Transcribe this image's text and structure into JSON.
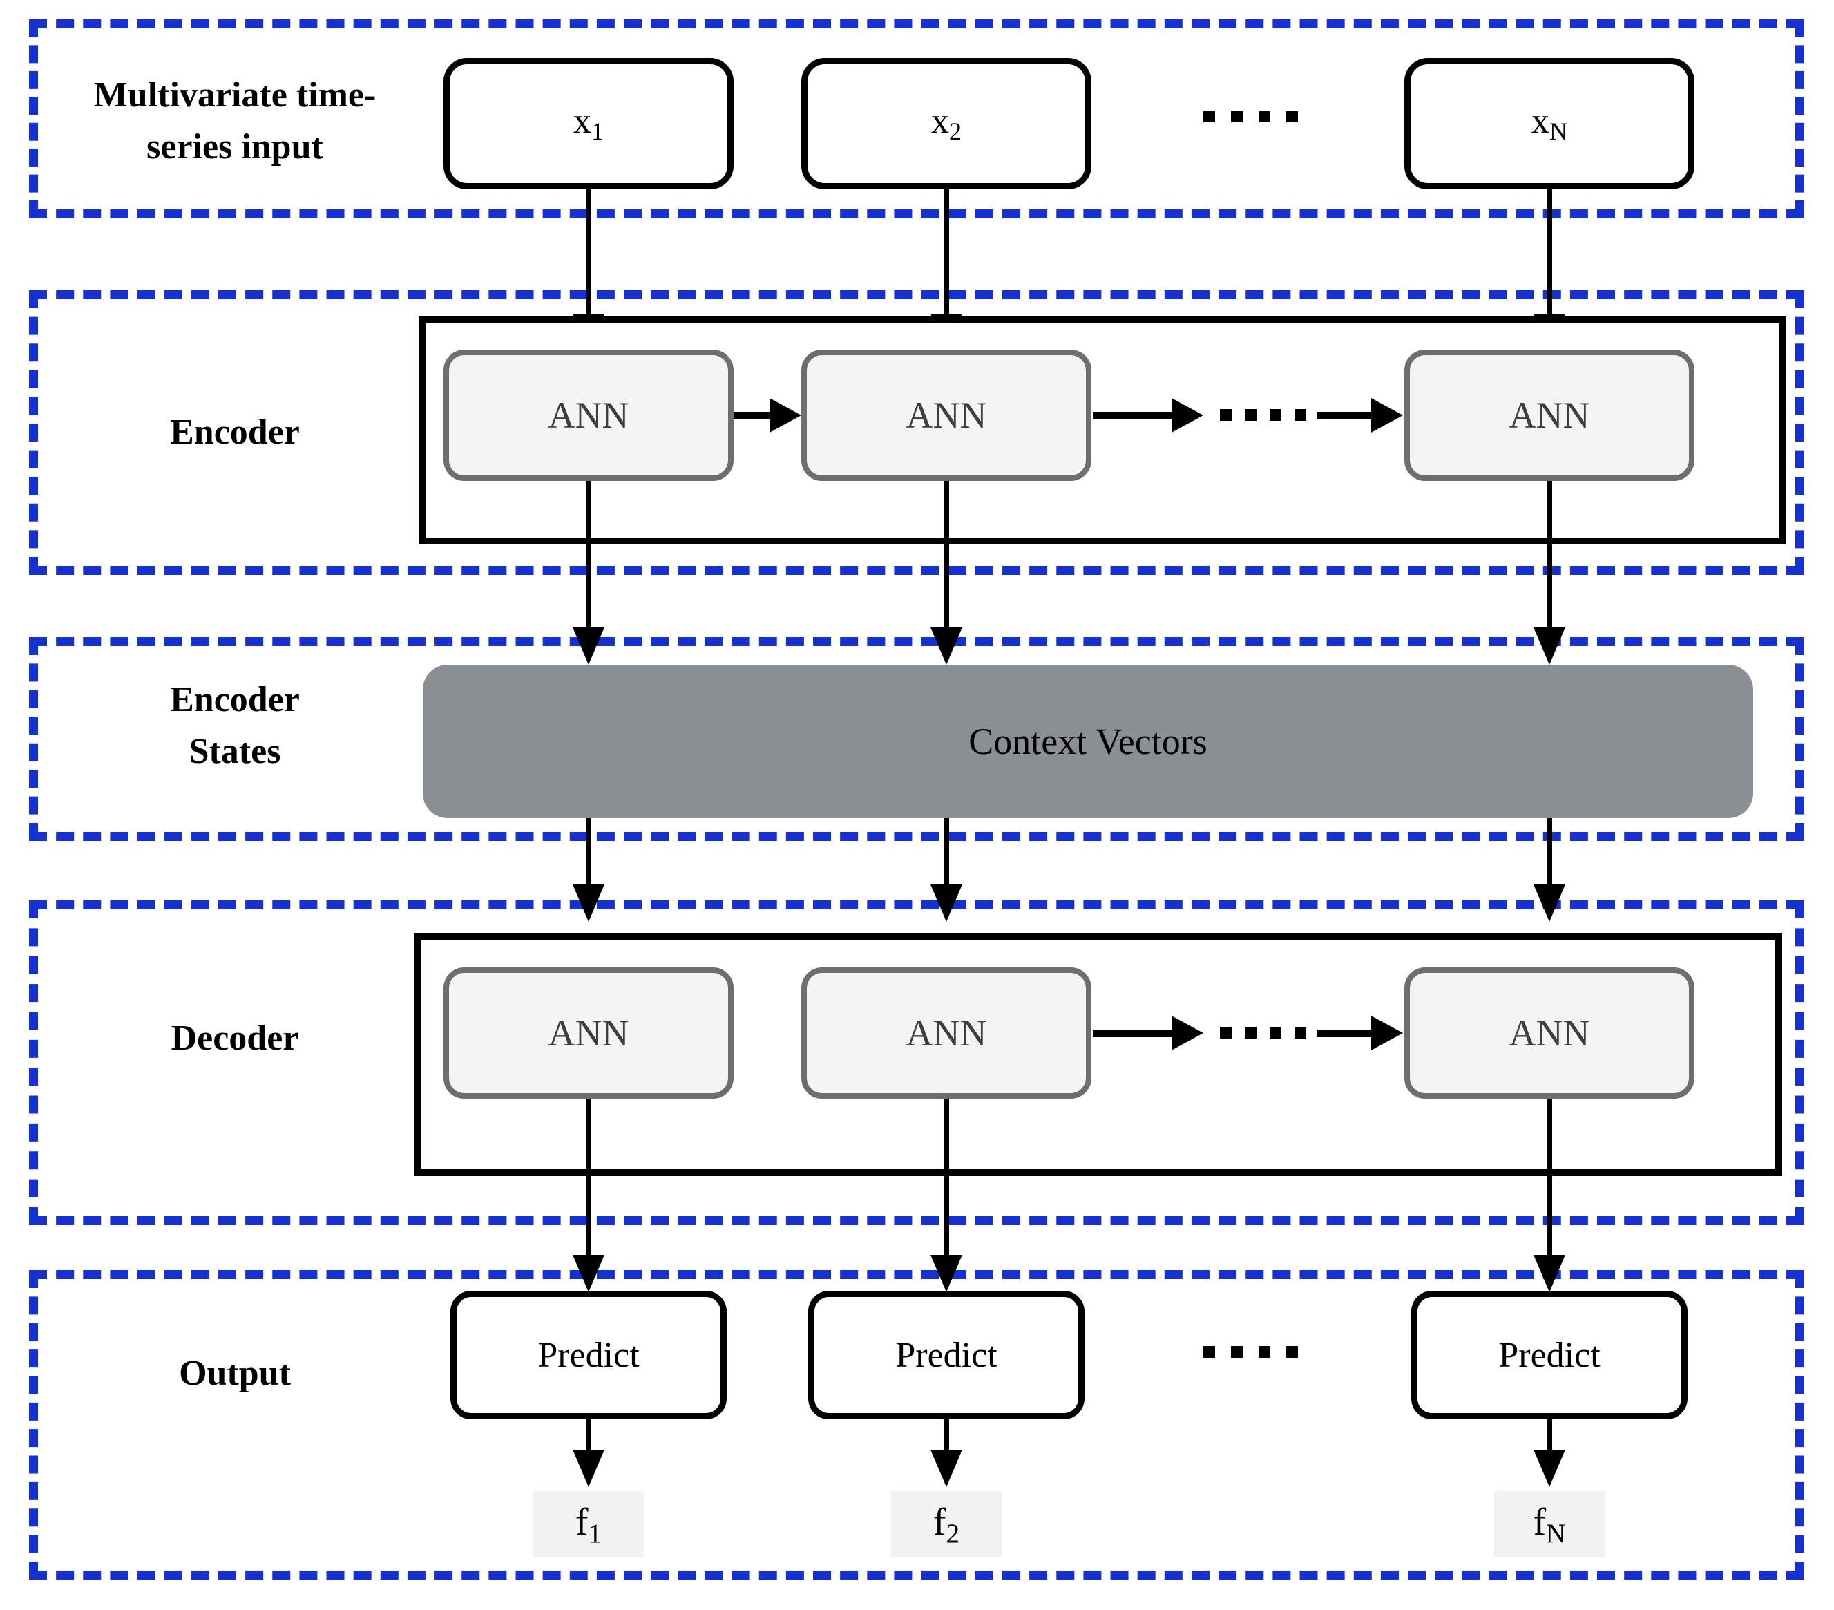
{
  "colors": {
    "accent_blue": "#1631cd",
    "context_gray": "#8a8f93",
    "ann_fill": "#f4f4f4",
    "ann_border": "#6e6e6e"
  },
  "bands": {
    "input": {
      "label_line1": "Multivariate time-",
      "label_line2": "series input"
    },
    "encoder": {
      "label": "Encoder"
    },
    "encoder_states": {
      "label_line1": "Encoder",
      "label_line2": "States"
    },
    "decoder": {
      "label": "Decoder"
    },
    "output": {
      "label": "Output"
    }
  },
  "nodes": {
    "ann_label": "ANN",
    "context_label": "Context Vectors",
    "predict_label": "Predict",
    "inputs": [
      {
        "base": "x",
        "sub": "1"
      },
      {
        "base": "x",
        "sub": "2"
      },
      {
        "base": "x",
        "sub": "N"
      }
    ],
    "outputs": [
      {
        "base": "f",
        "sub": "1"
      },
      {
        "base": "f",
        "sub": "2"
      },
      {
        "base": "f",
        "sub": "N"
      }
    ]
  }
}
